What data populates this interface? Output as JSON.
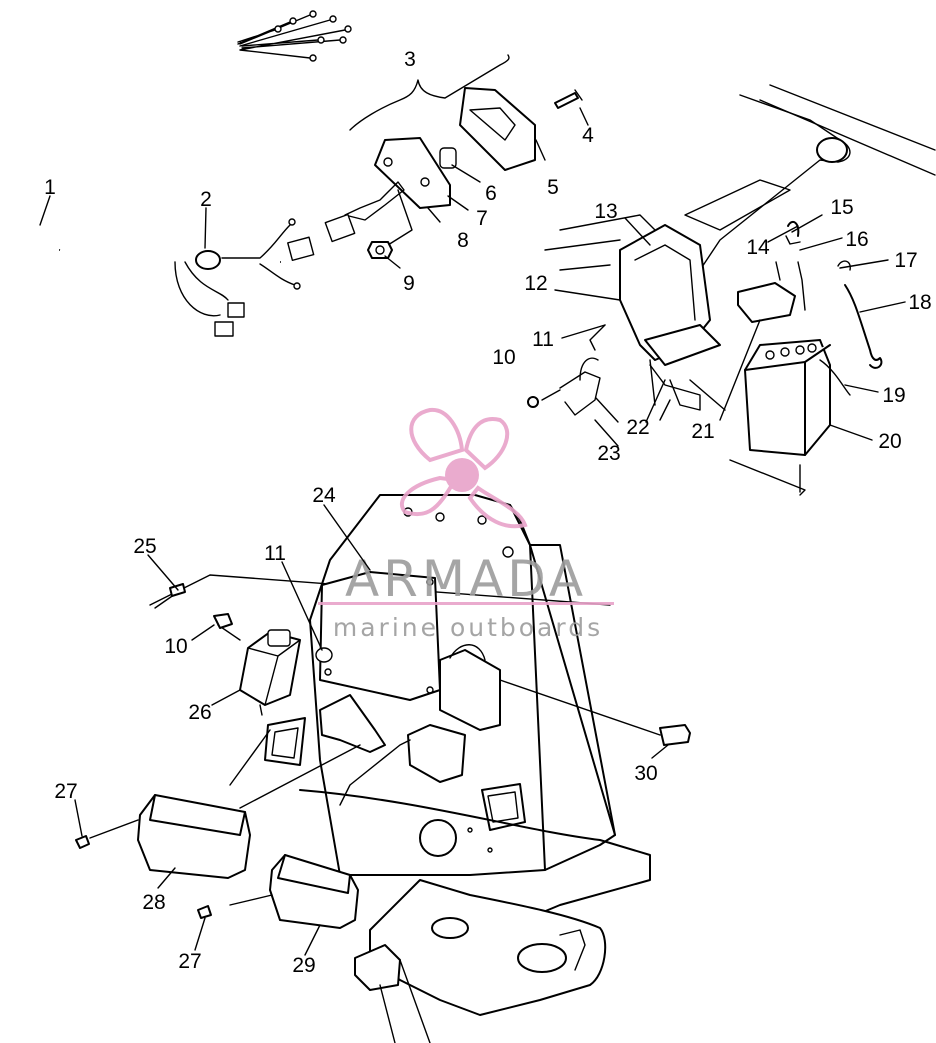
{
  "watermark": {
    "brand": "ARMADA",
    "tagline": "marine outboards",
    "accent_color": "#e8a3c9"
  },
  "callouts": [
    "1",
    "2",
    "3",
    "4",
    "5",
    "6",
    "7",
    "8",
    "9",
    "10",
    "11",
    "12",
    "13",
    "14",
    "15",
    "16",
    "17",
    "18",
    "19",
    "20",
    "21",
    "22",
    "23",
    "10",
    "11",
    "24",
    "25",
    "26",
    "27",
    "27",
    "28",
    "29",
    "30"
  ]
}
